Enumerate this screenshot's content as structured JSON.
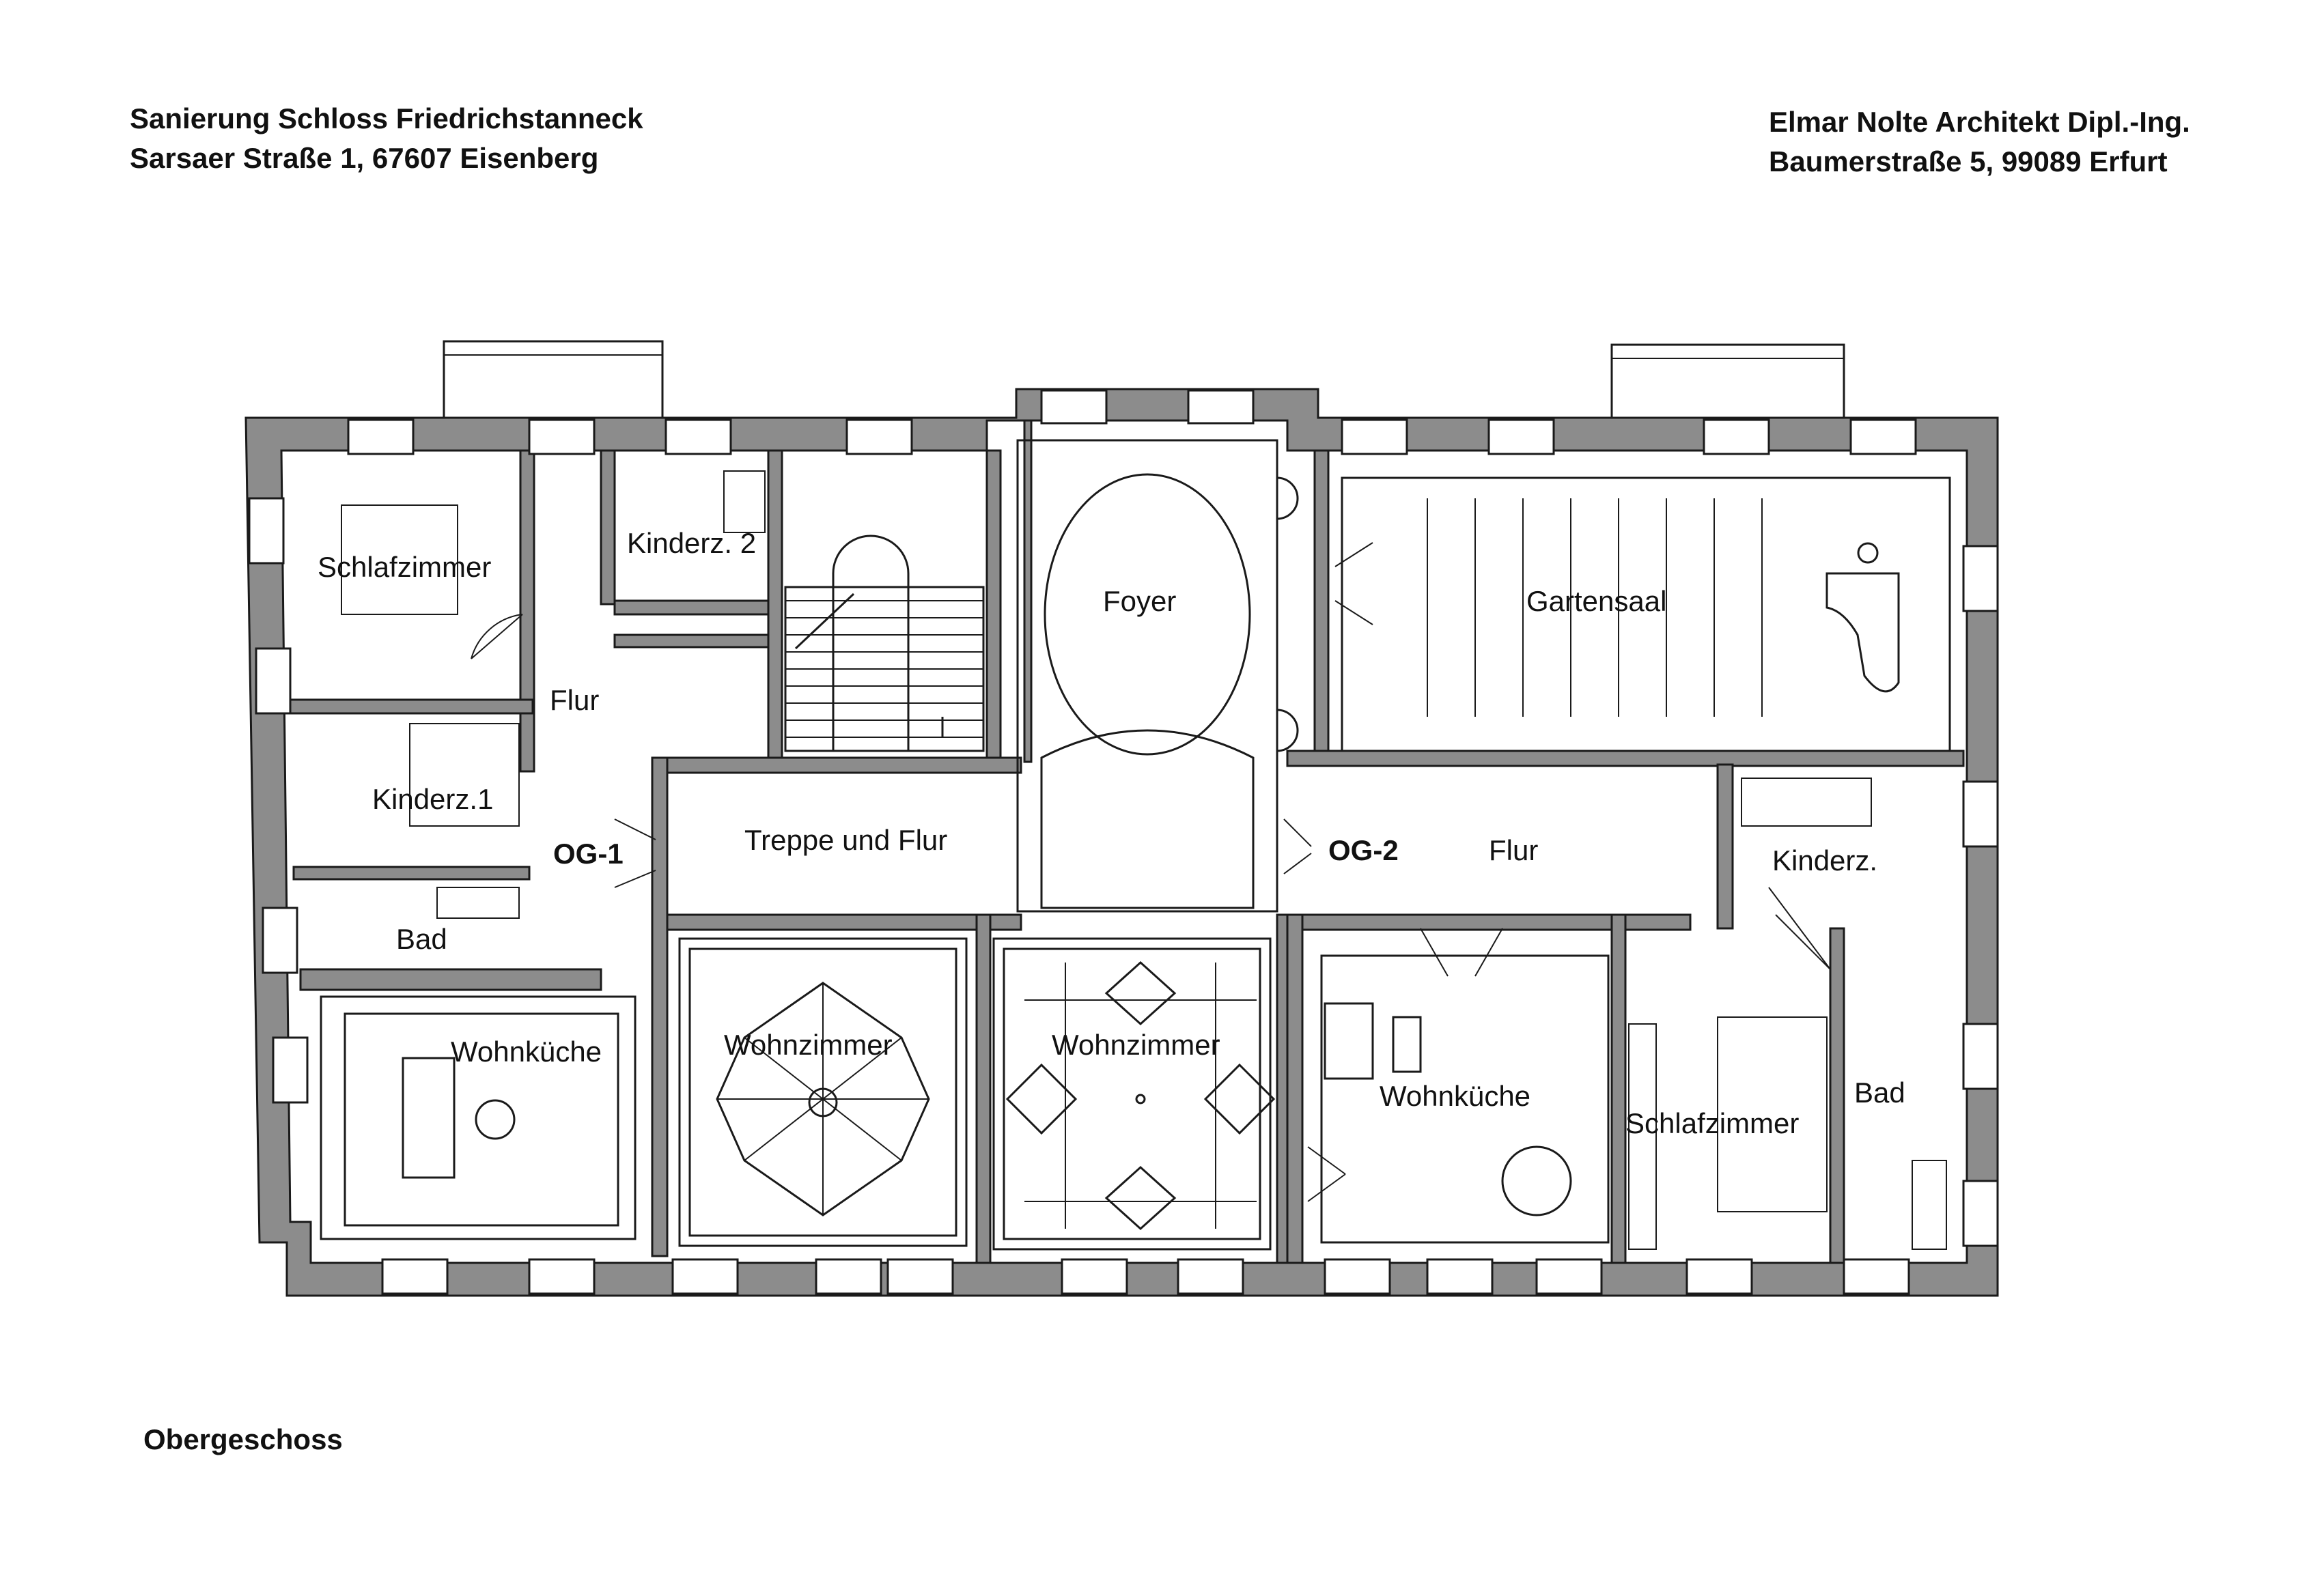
{
  "header": {
    "project_line1": "Sanierung Schloss Friedrichstanneck",
    "project_line2": "Sarsaer Straße 1, 67607 Eisenberg",
    "architect_line1": "Elmar Nolte Architekt Dipl.-Ing.",
    "architect_line2": "Baumerstraße 5, 99089 Erfurt"
  },
  "caption": "Obergeschoss",
  "rooms": {
    "schlafzimmer_1": "Schlafzimmer",
    "kinderz_2": "Kinderz. 2",
    "flur_1": "Flur",
    "kinderz_1": "Kinderz.1",
    "og1": "OG-1",
    "bad_1": "Bad",
    "wohnkueche_1": "Wohnküche",
    "treppe_flur": "Treppe und Flur",
    "foyer": "Foyer",
    "gartensaal": "Gartensaal",
    "og2": "OG-2",
    "flur_2": "Flur",
    "kinderz_3": "Kinderz.",
    "wohnzimmer_1": "Wohnzimmer",
    "wohnzimmer_2": "Wohnzimmer",
    "wohnkueche_2": "Wohnküche",
    "schlafzimmer_2": "Schlafzimmer",
    "bad_2": "Bad"
  },
  "colors": {
    "wall": "#8c8c8c",
    "line": "#1a1a1a",
    "background": "#ffffff"
  }
}
